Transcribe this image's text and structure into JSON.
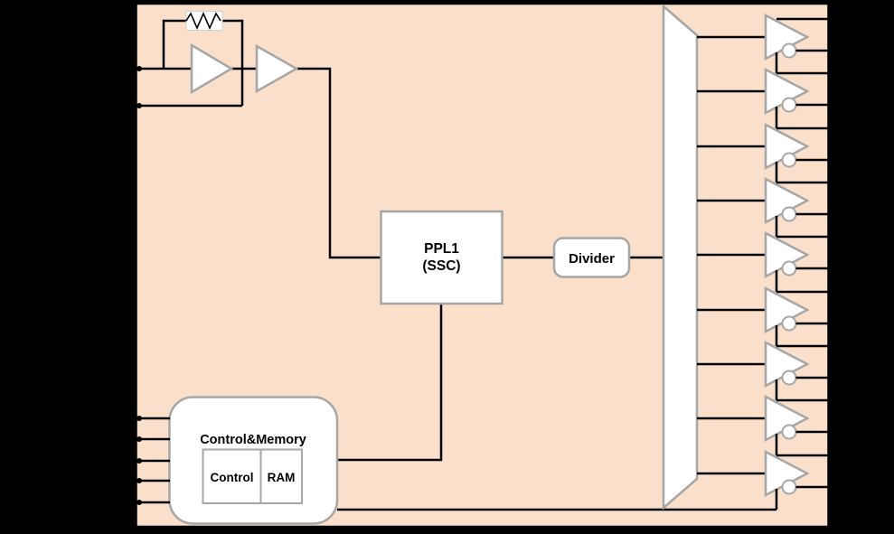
{
  "diagram_title": "clock-generator-block-diagram",
  "colors": {
    "canvas": "#000000",
    "chip_fill": "#FAE0CB",
    "chip_border": "#000000",
    "block_fill": "#FFFFFF",
    "block_border": "#A6A6A6",
    "wire": "#000000",
    "text": "#000000"
  },
  "blocks": {
    "pll": {
      "line1": "PPL1",
      "line2": "(SSC)"
    },
    "divider": {
      "label": "Divider"
    },
    "control_memory": {
      "title": "Control&Memory",
      "control": "Control",
      "ram": "RAM"
    }
  },
  "outputs": {
    "count": 9,
    "centers": [
      41,
      101,
      162,
      222,
      282,
      343,
      403,
      463,
      524
    ]
  },
  "control_pins": {
    "count": 5,
    "ys": [
      463,
      486,
      510,
      532,
      556
    ]
  },
  "crystal_pins": {
    "count": 2,
    "ys": [
      76,
      117
    ]
  }
}
